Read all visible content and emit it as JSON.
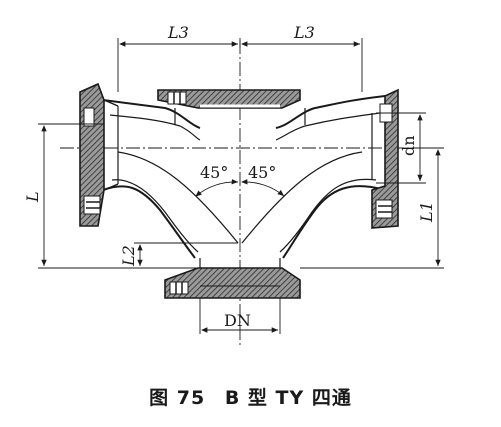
{
  "labels": {
    "l3_left": "L3",
    "l3_right": "L3",
    "dn_small": "dn",
    "length_L": "L",
    "length_L1": "L1",
    "length_L2": "L2",
    "angle_left": "45°",
    "angle_right": "45°",
    "dn_bottom": "DN"
  },
  "caption": {
    "figure": "图 75",
    "title": "B 型 TY 四通"
  },
  "colors": {
    "line": "#1a1a1a",
    "hatch": "#3a3a3a",
    "fill": "#8a8a8a"
  }
}
